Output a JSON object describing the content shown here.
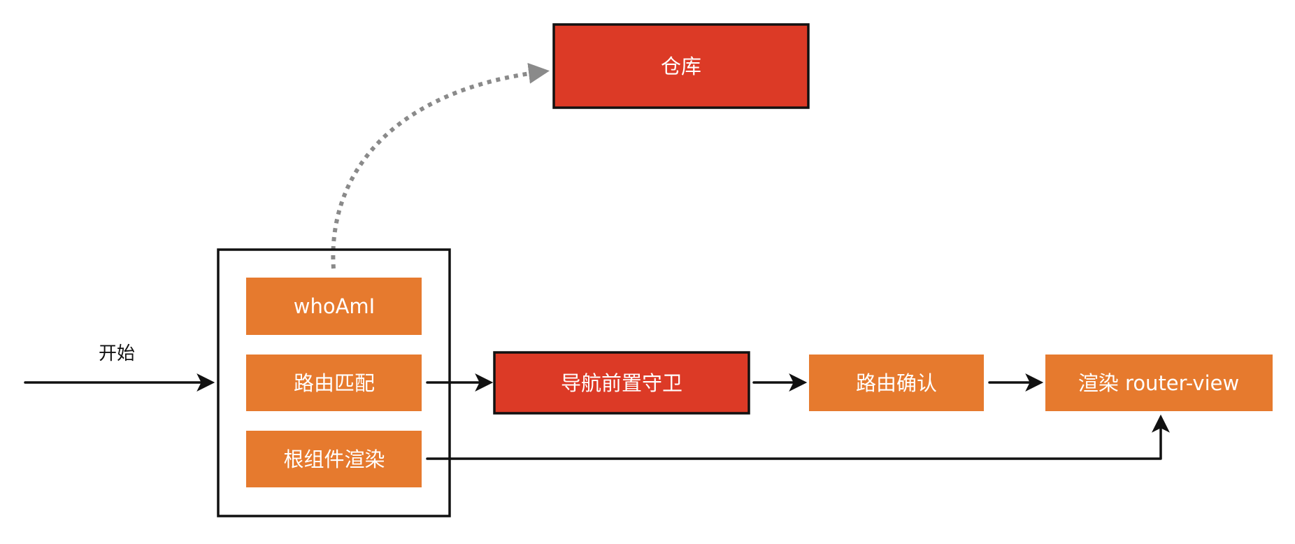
{
  "start_label": "开始",
  "nodes": {
    "warehouse": "仓库",
    "who_am_i": "whoAmI",
    "route_match": "路由匹配",
    "root_render": "根组件渲染",
    "nav_guard": "导航前置守卫",
    "route_confirm": "路由确认",
    "render_view": "渲染 router-view"
  },
  "colors": {
    "orange": "#E67A2E",
    "red": "#DC3A26",
    "border": "#111111",
    "dotted": "#8A8A8A"
  }
}
